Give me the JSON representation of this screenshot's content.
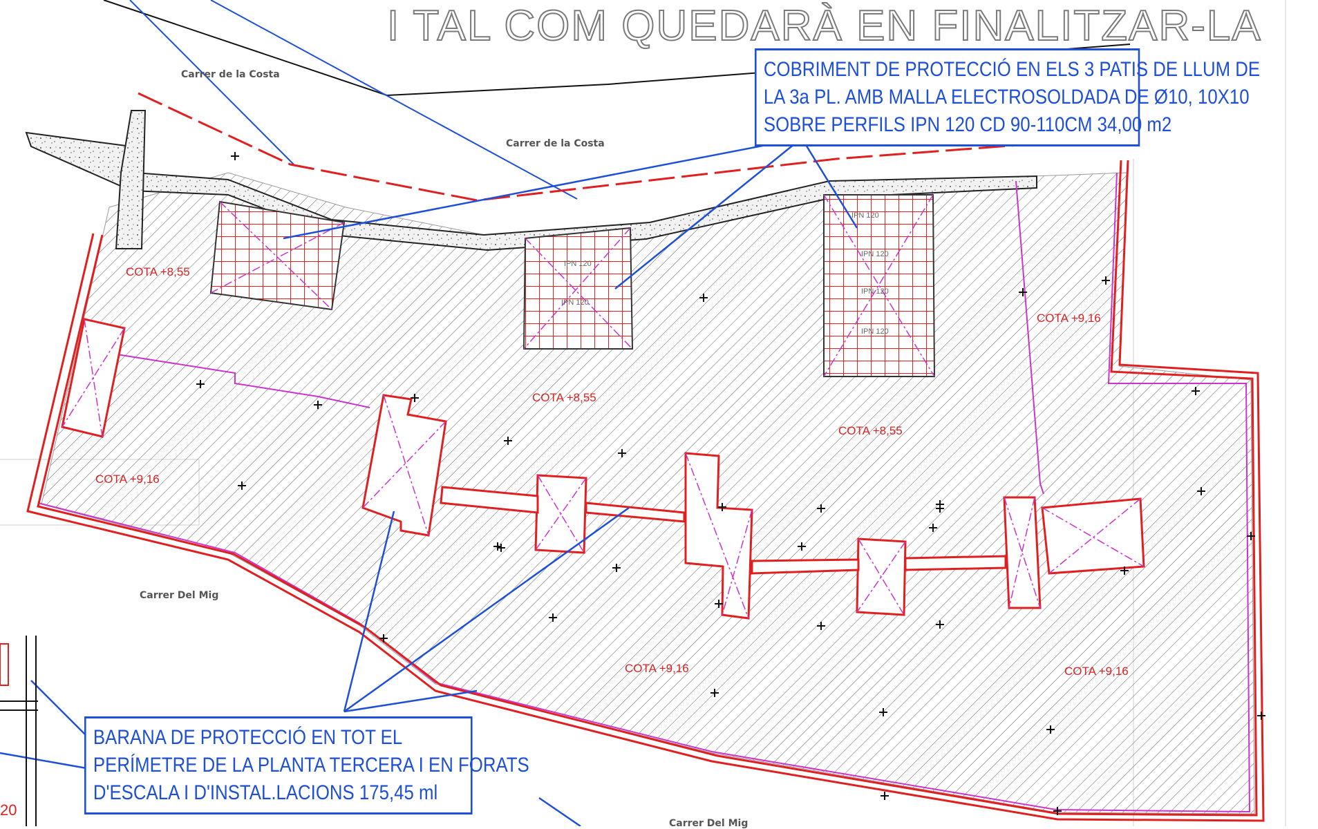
{
  "title": "I TAL COM QUEDARÀ EN FINALITZAR-LA",
  "note_top": {
    "lines": [
      "COBRIMENT DE PROTECCIÓ EN  ELS 3 PATIS DE LLUM DE",
      "LA 3a PL. AMB MALLA ELECTROSOLDADA DE Ø10, 10X10",
      "SOBRE PERFILS IPN 120 CD 90-110CM 34,00 m2"
    ]
  },
  "note_bottom": {
    "lines": [
      "BARANA DE PROTECCIÓ EN TOT EL",
      "PERÍMETRE DE LA PLANTA TERCERA I EN FORATS",
      "D'ESCALA I D'INSTAL.LACIONS  175,45 ml"
    ]
  },
  "streets": {
    "costa_1": "Carrer de la Costa",
    "costa_2": "Carrer de la Costa",
    "mig_1": "Carrer Del Mig",
    "mig_2": "Carrer Del Mig"
  },
  "levels": {
    "cota_855_a": "COTA +8,55",
    "cota_855_b": "COTA +8,55",
    "cota_855_c": "COTA +8,55",
    "cota_916_a": "COTA +9,16",
    "cota_916_b": "COTA +9,16",
    "cota_916_c": "COTA +9,16",
    "cota_916_d": "COTA +9,16"
  },
  "profile_label": "IPN 120",
  "edge_number": "20",
  "colors": {
    "railing": "#e02020",
    "annotation": "#1d4fd8",
    "hatch": "#555555",
    "magenta": "#cc33cc"
  }
}
